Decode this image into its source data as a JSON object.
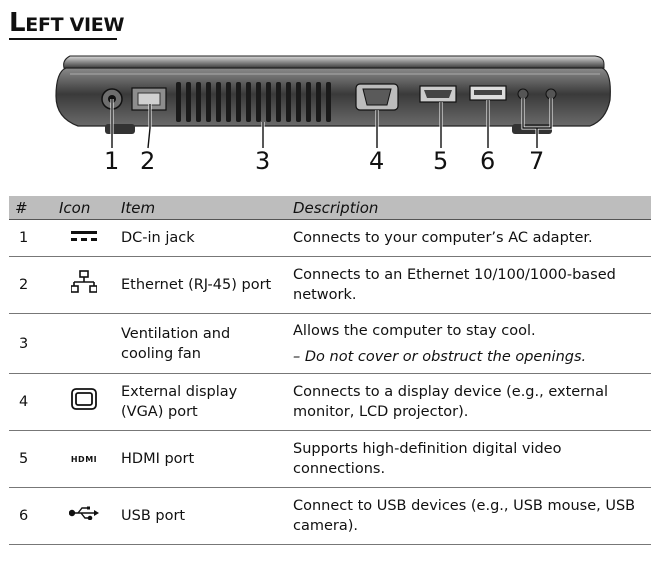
{
  "heading": {
    "first": "L",
    "rest": "EFT VIEW"
  },
  "callouts": [
    "1",
    "2",
    "3",
    "4",
    "5",
    "6",
    "7"
  ],
  "table": {
    "headers": [
      "#",
      "Icon",
      "Item",
      "Description"
    ],
    "rows": [
      {
        "num": "1",
        "icon": "dc-in-icon",
        "item": "DC-in jack",
        "desc": "Connects to your computer’s AC adapter."
      },
      {
        "num": "2",
        "icon": "ethernet-icon",
        "item": "Ethernet (RJ-45) port",
        "desc": "Connects to an Ethernet 10/100/1000-based network."
      },
      {
        "num": "3",
        "icon": "",
        "item": "Ventilation and cooling fan",
        "desc": "Allows the computer to stay cool.",
        "note": "– Do not cover or obstruct the openings."
      },
      {
        "num": "4",
        "icon": "vga-icon",
        "item": "External display (VGA) port",
        "desc": "Connects to a display device (e.g., external monitor, LCD projector)."
      },
      {
        "num": "5",
        "icon": "hdmi-icon",
        "item": "HDMI port",
        "desc": "Supports high-definition digital video connections.",
        "icon_text": "HDMI"
      },
      {
        "num": "6",
        "icon": "usb-icon",
        "item": "USB port",
        "desc": "Connect to USB devices (e.g., USB mouse, USB camera)."
      }
    ]
  }
}
